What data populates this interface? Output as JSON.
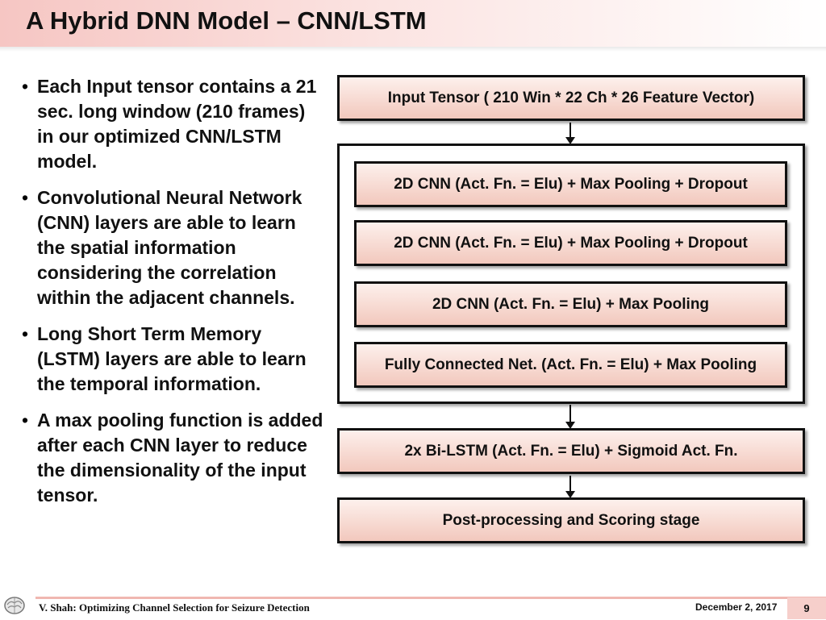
{
  "slide": {
    "title": "A Hybrid DNN Model – CNN/LSTM"
  },
  "bullets": [
    {
      "text": "Each Input tensor contains a 21 sec. long window (210 frames) in our optimized CNN/LSTM model."
    },
    {
      "text": "Convolutional Neural Network (CNN) layers are able to learn the spatial information considering the correlation within the adjacent channels."
    },
    {
      "text": "Long Short Term Memory (LSTM) layers are able to learn the temporal information."
    },
    {
      "text": "A max pooling function is added after each CNN layer to reduce the dimensionality of the input tensor."
    }
  ],
  "diagram": {
    "input": "Input Tensor ( 210 Win * 22 Ch * 26 Feature Vector)",
    "cnn_layers": [
      "2D CNN (Act. Fn. = Elu) + Max Pooling + Dropout",
      "2D CNN (Act. Fn. = Elu) + Max Pooling + Dropout",
      "2D CNN (Act. Fn. = Elu) + Max Pooling",
      "Fully Connected Net. (Act. Fn. = Elu) + Max Pooling"
    ],
    "lstm": "2x Bi-LSTM (Act. Fn. = Elu) + Sigmoid Act. Fn.",
    "post": "Post-processing and Scoring stage"
  },
  "footer": {
    "author_title": "V. Shah: Optimizing Channel Selection for Seizure Detection",
    "date": "December 2, 2017",
    "page": "9"
  }
}
